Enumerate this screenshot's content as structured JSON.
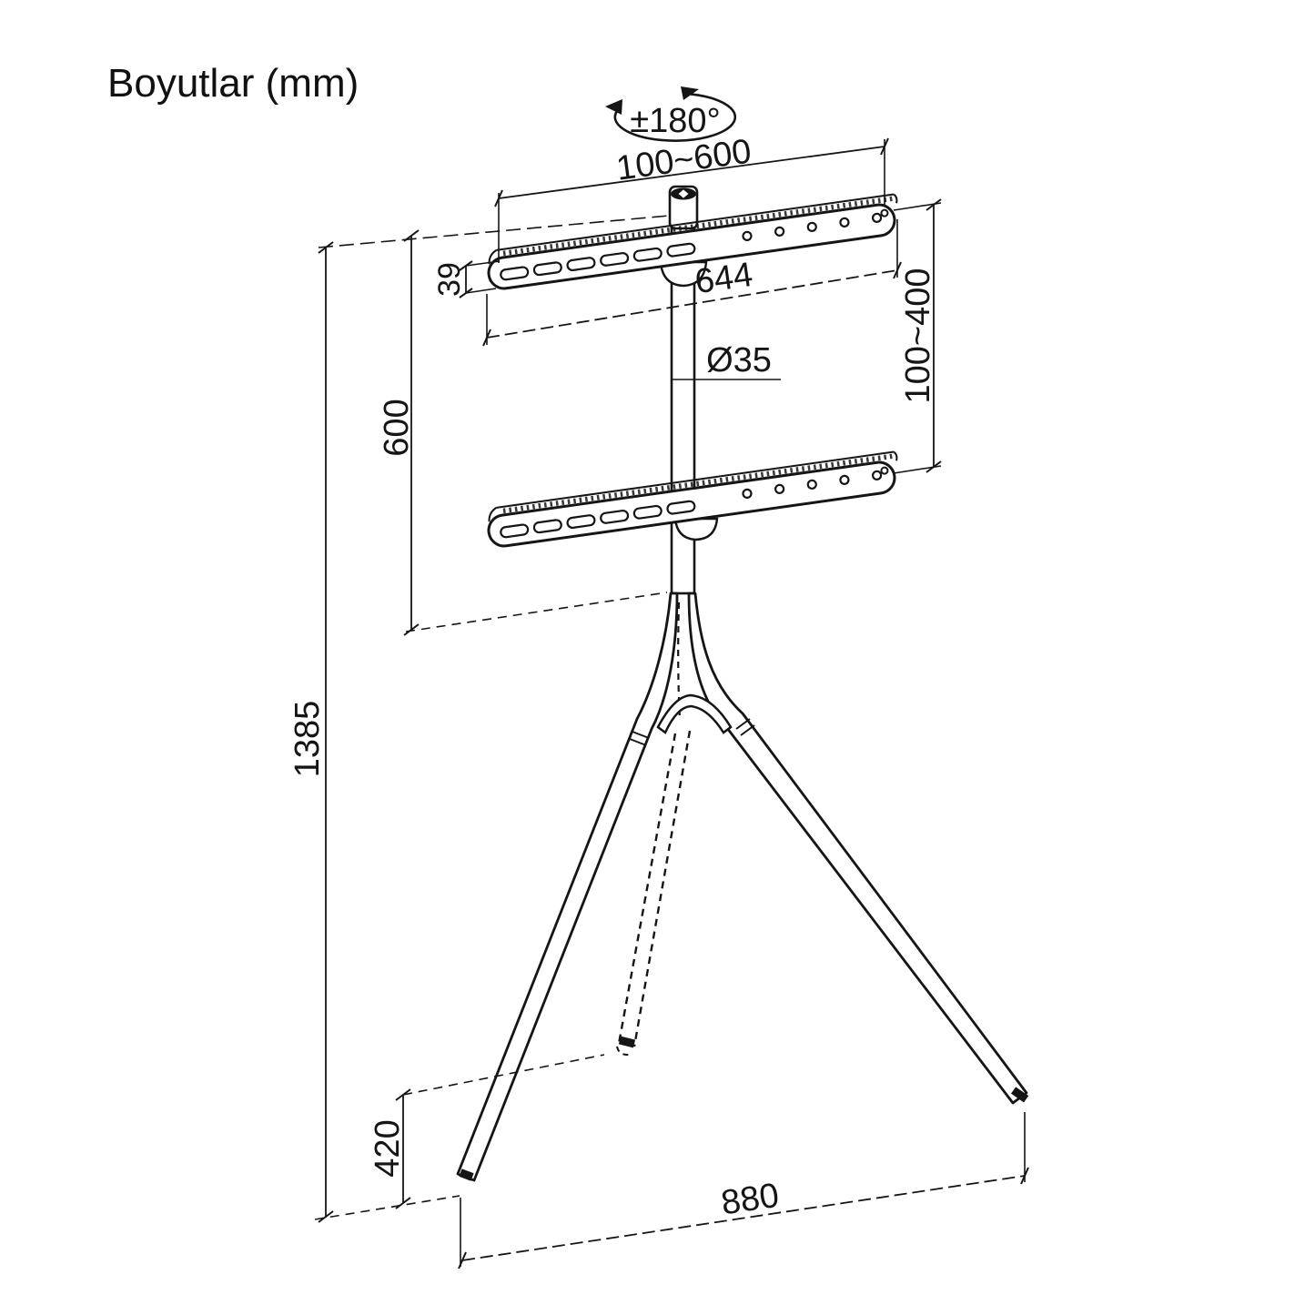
{
  "title": "Boyutlar (mm)",
  "labels": {
    "rotation": "±180°",
    "vesa_width_range": "100~600",
    "bracket_thickness": "39",
    "bracket_length": "644",
    "pole_diameter": "Ø35",
    "vesa_height_range": "100~400",
    "upper_pole_height": "600",
    "total_height": "1385",
    "rear_leg_clearance": "420",
    "base_width": "880"
  },
  "style": {
    "line_color": "#151515",
    "background": "#ffffff"
  }
}
